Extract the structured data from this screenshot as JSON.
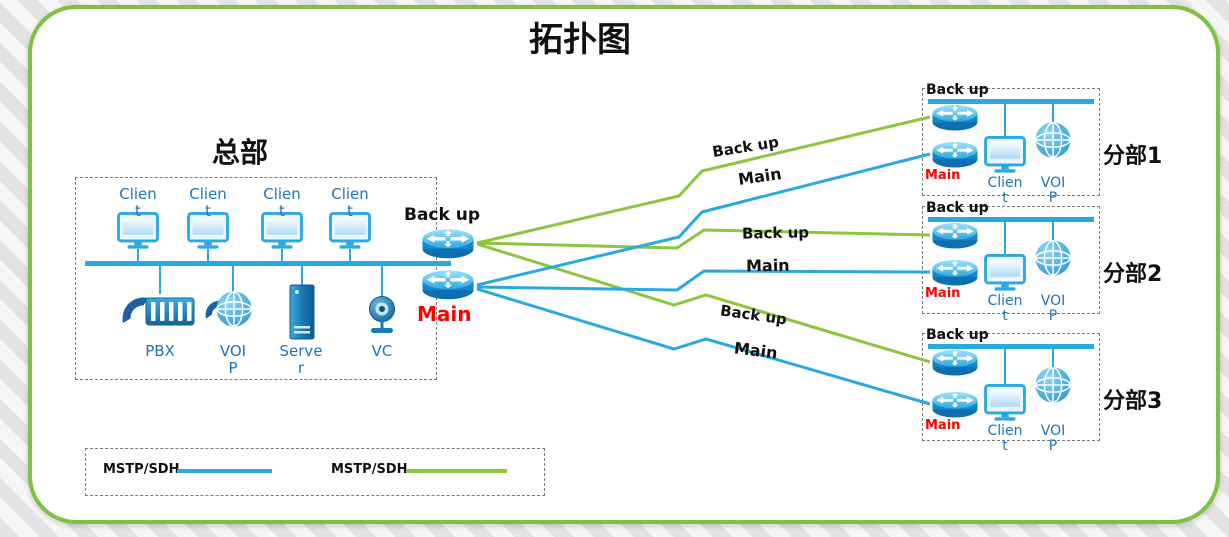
{
  "title": "拓扑图",
  "colors": {
    "frame_green": "#7DC242",
    "link_green": "#8CC63F",
    "link_blue": "#2BA8E0",
    "main_red": "#FF0000",
    "device_label_blue": "#1C75BC"
  },
  "headquarters": {
    "name": "总部",
    "clients": [
      "Clien t",
      "Clien t",
      "Clien t",
      "Clien t"
    ],
    "devices": {
      "pbx": "PBX",
      "voip": "VOI P",
      "server": "Serve r",
      "vc": "VC"
    },
    "core_routers": {
      "backup": "Back up",
      "main": "Main"
    }
  },
  "links": [
    {
      "to": "分部1",
      "backup_label": "Back up",
      "main_label": "Main"
    },
    {
      "to": "分部2",
      "backup_label": "Back up",
      "main_label": "Main"
    },
    {
      "to": "分部3",
      "backup_label": "Back up",
      "main_label": "Main"
    }
  ],
  "branches": [
    {
      "name": "分部1",
      "backup_router": "Back up",
      "main_router": "Main",
      "client": "Clien t",
      "voip": "VOI P"
    },
    {
      "name": "分部2",
      "backup_router": "Back up",
      "main_router": "Main",
      "client": "Clien t",
      "voip": "VOI P"
    },
    {
      "name": "分部3",
      "backup_router": "Back up",
      "main_router": "Main",
      "client": "Clien t",
      "voip": "VOI P"
    }
  ],
  "legend": {
    "items": [
      {
        "label": "MSTP/SDH",
        "color": "#2BA8E0"
      },
      {
        "label": "MSTP/SDH",
        "color": "#8CC63F"
      }
    ]
  }
}
